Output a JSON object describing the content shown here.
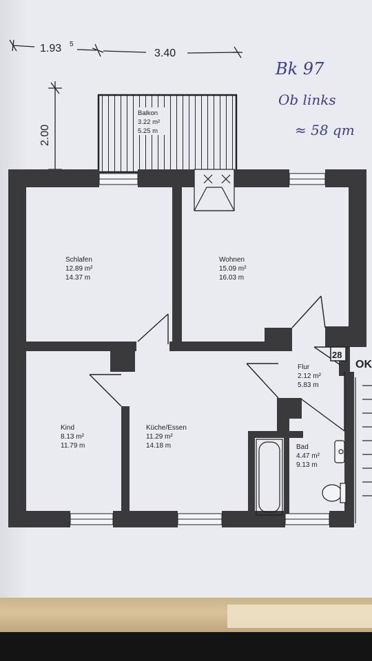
{
  "dimensions": {
    "width_left": "1.93",
    "width_left_sup": "5",
    "width_right": "3.40",
    "height_balcony": "2.00"
  },
  "rooms": [
    {
      "name": "Balkon",
      "area": "3.22 m²",
      "perimeter": "5.25 m"
    },
    {
      "name": "Schlafen",
      "area": "12.89 m²",
      "perimeter": "14.37 m"
    },
    {
      "name": "Wohnen",
      "area": "15.09 m²",
      "perimeter": "16.03 m"
    },
    {
      "name": "Flur",
      "area": "2.12 m²",
      "perimeter": "5.83 m"
    },
    {
      "name": "Kind",
      "area": "8.13 m²",
      "perimeter": "11.79 m"
    },
    {
      "name": "Küche/Essen",
      "area": "11.29 m²",
      "perimeter": "14.18 m"
    },
    {
      "name": "Bad",
      "area": "4.47 m²",
      "perimeter": "9.13 m"
    }
  ],
  "stair_number": "28",
  "stair_label": "OK",
  "handwritten_notes": [
    "Bk 97",
    "Ob links",
    "≈ 58 qm"
  ],
  "colors": {
    "paper": "#e9ebf0",
    "wall": "#3a3a3c",
    "line": "#2a2a2a",
    "ink": "#3b3f8a"
  }
}
